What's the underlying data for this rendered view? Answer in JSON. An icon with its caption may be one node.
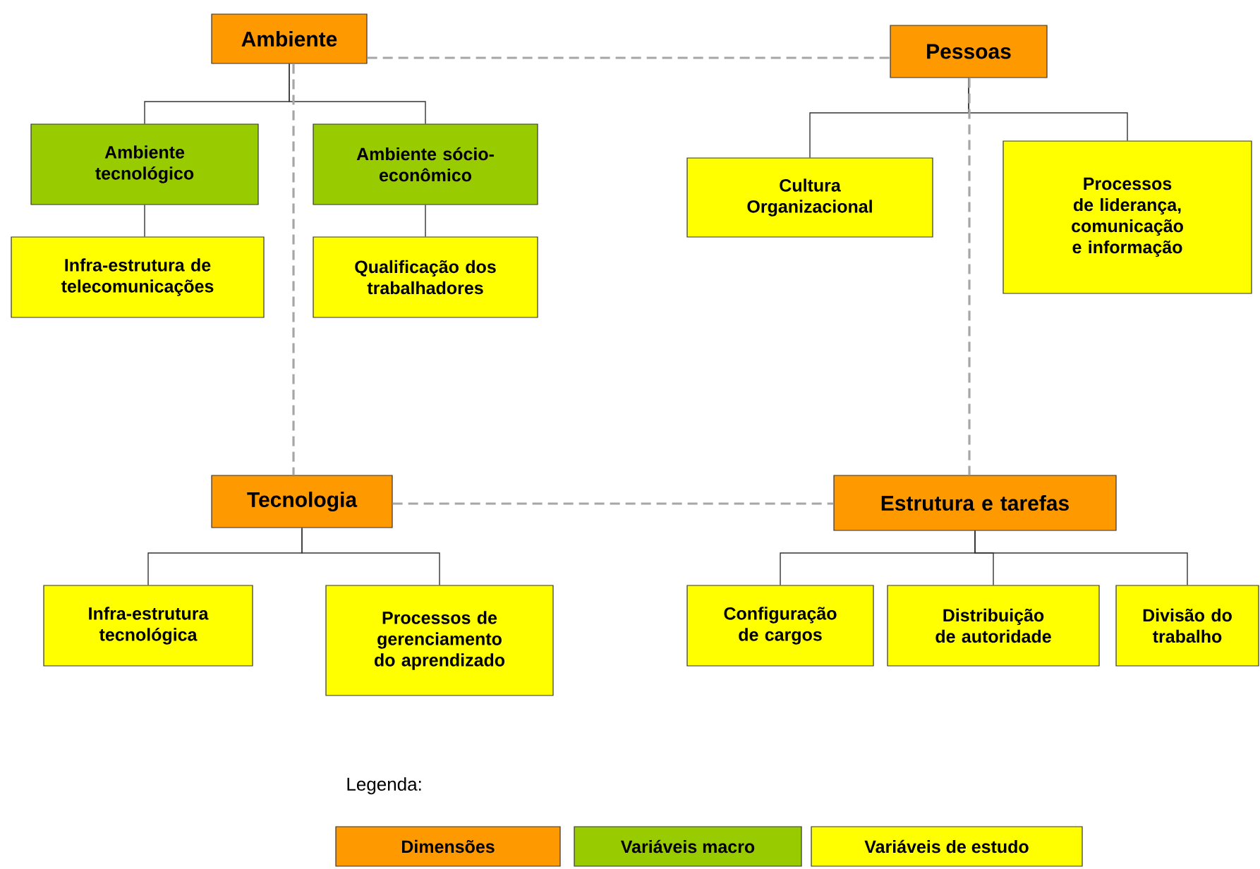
{
  "diagram": {
    "nodes": [
      {
        "text": [
          "Ambiente"
        ]
      },
      {
        "text": [
          "Pessoas"
        ]
      },
      {
        "text": [
          "Ambiente tecnológico"
        ]
      },
      {
        "text": [
          "Ambiente sócio-econômico"
        ]
      },
      {
        "text": [
          "Cultura Organizacional"
        ]
      },
      {
        "text": [
          "Processos de liderança, comunicação e informação"
        ]
      },
      {
        "text": [
          "Infra-estrutura de telecomunicações"
        ]
      },
      {
        "text": [
          "Qualificação dos trabalhadores"
        ]
      },
      {
        "text": [
          "Tecnologia"
        ]
      },
      {
        "text": [
          "Estrutura e tarefas"
        ]
      },
      {
        "text": [
          "Infra-estrutura tecnológica"
        ]
      },
      {
        "text": [
          "Processos de gerenciamento do aprendizado"
        ]
      },
      {
        "text": [
          "Configuração de cargos"
        ]
      },
      {
        "text": [
          "Distribuição de autoridade"
        ]
      },
      {
        "text": [
          "Divisão do trabalho"
        ]
      }
    ],
    "edges": [
      {
        "from": 0,
        "to": 2,
        "arrow": "none"
      },
      {
        "from": 0,
        "to": 3,
        "arrow": "none"
      },
      {
        "from": 2,
        "to": 6,
        "arrow": "none"
      },
      {
        "from": 3,
        "to": 7,
        "arrow": "none"
      },
      {
        "from": 1,
        "to": 4,
        "arrow": "none"
      },
      {
        "from": 1,
        "to": 5,
        "arrow": "none"
      },
      {
        "from": 8,
        "to": 10,
        "arrow": "none"
      },
      {
        "from": 8,
        "to": 11,
        "arrow": "none"
      },
      {
        "from": 9,
        "to": 12,
        "arrow": "none"
      },
      {
        "from": 9,
        "to": 13,
        "arrow": "none"
      },
      {
        "from": 9,
        "to": 14,
        "arrow": "none"
      },
      {
        "from": 0,
        "to": 1,
        "arrow": "none",
        "style": "dashed",
        "color": "#a6a6a6"
      },
      {
        "from": 0,
        "to": 8,
        "arrow": "none",
        "style": "dashed",
        "color": "#a6a6a6"
      },
      {
        "from": 1,
        "to": 9,
        "arrow": "none",
        "style": "dashed",
        "color": "#a6a6a6"
      },
      {
        "from": 8,
        "to": 9,
        "arrow": "none",
        "style": "dashed",
        "color": "#a6a6a6"
      }
    ],
    "labels": [
      "Legenda:"
    ],
    "legend": [
      {
        "text": "Dimensões",
        "color": "#ff9900"
      },
      {
        "text": "Variáveis macro",
        "color": "#99cc00"
      },
      {
        "text": "Variáveis de estudo",
        "color": "#ffff00"
      }
    ]
  }
}
